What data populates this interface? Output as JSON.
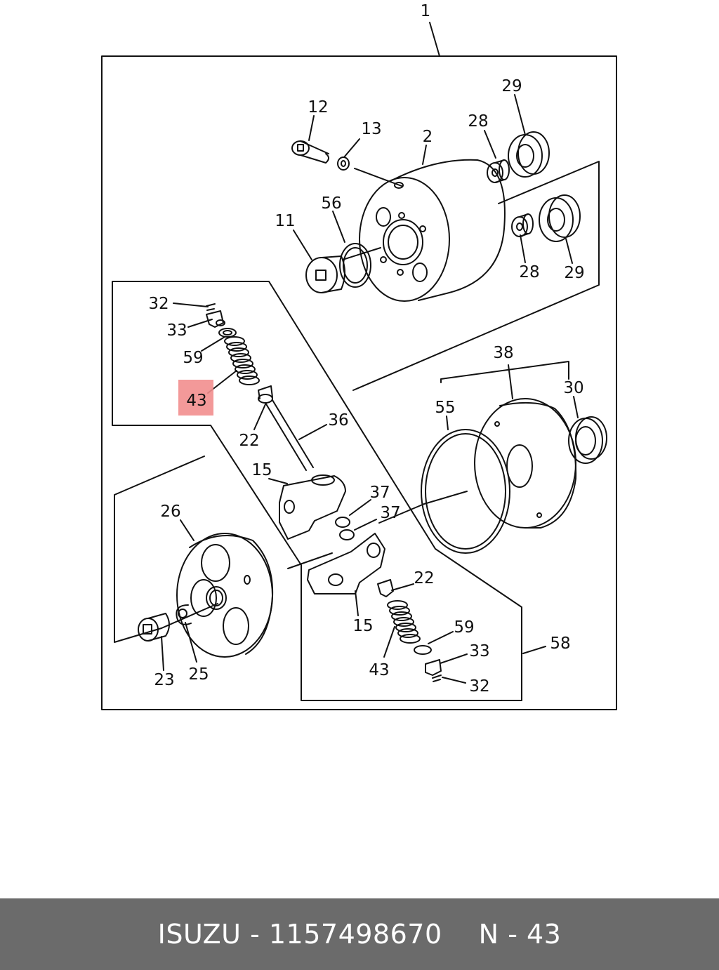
{
  "diagram": {
    "highlight_color": "#f28e8e",
    "highlighted_label": "43",
    "callouts": [
      {
        "id": "c-1",
        "text": "1"
      },
      {
        "id": "c-29a",
        "text": "29"
      },
      {
        "id": "c-12",
        "text": "12"
      },
      {
        "id": "c-13",
        "text": "13"
      },
      {
        "id": "c-28a",
        "text": "28"
      },
      {
        "id": "c-2",
        "text": "2"
      },
      {
        "id": "c-56",
        "text": "56"
      },
      {
        "id": "c-11",
        "text": "11"
      },
      {
        "id": "c-28b",
        "text": "28"
      },
      {
        "id": "c-29b",
        "text": "29"
      },
      {
        "id": "c-32a",
        "text": "32"
      },
      {
        "id": "c-33a",
        "text": "33"
      },
      {
        "id": "c-59a",
        "text": "59"
      },
      {
        "id": "c-43a",
        "text": "43"
      },
      {
        "id": "c-22a",
        "text": "22"
      },
      {
        "id": "c-36",
        "text": "36"
      },
      {
        "id": "c-38",
        "text": "38"
      },
      {
        "id": "c-30",
        "text": "30"
      },
      {
        "id": "c-55",
        "text": "55"
      },
      {
        "id": "c-15a",
        "text": "15"
      },
      {
        "id": "c-37a",
        "text": "37"
      },
      {
        "id": "c-37b",
        "text": "37"
      },
      {
        "id": "c-26",
        "text": "26"
      },
      {
        "id": "c-22b",
        "text": "22"
      },
      {
        "id": "c-15b",
        "text": "15"
      },
      {
        "id": "c-59b",
        "text": "59"
      },
      {
        "id": "c-58",
        "text": "58"
      },
      {
        "id": "c-33b",
        "text": "33"
      },
      {
        "id": "c-43b",
        "text": "43"
      },
      {
        "id": "c-32b",
        "text": "32"
      },
      {
        "id": "c-23",
        "text": "23"
      },
      {
        "id": "c-25",
        "text": "25"
      }
    ]
  },
  "footer": {
    "brand": "ISUZU",
    "separator": "-",
    "part_number": "1157498670",
    "ref_prefix": "N",
    "ref_separator": "-",
    "ref_number": "43"
  }
}
